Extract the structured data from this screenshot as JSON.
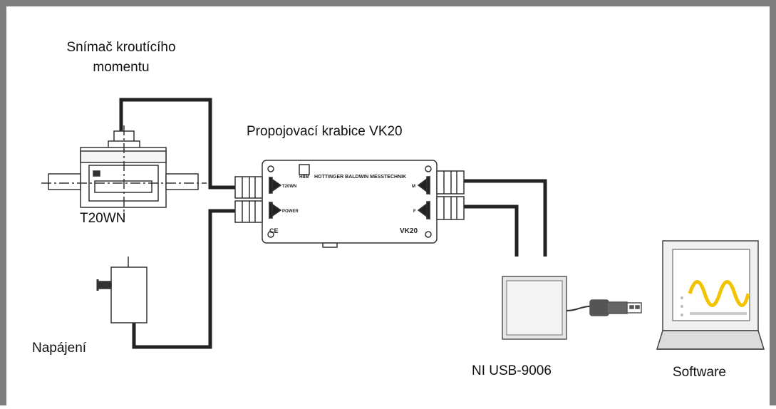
{
  "labels": {
    "sensor_line1": "Snímač kroutícího",
    "sensor_line2": "momentu",
    "sensor_model": "T20WN",
    "box_title": "Propojovací krabice VK20",
    "power": "Napájení",
    "daq": "NI USB-9006",
    "software": "Software"
  },
  "box_print": {
    "brand_short": "HBM",
    "brand_long": "HOTTINGER BALDWIN MESSTECHNIK",
    "port_t20": "T20WN",
    "port_power": "POWER",
    "port_m": "M",
    "port_f": "F",
    "ce_mark": "CE",
    "model": "VK20"
  },
  "colors": {
    "frame": "#7f7f7f",
    "cable": "#222222",
    "device_outline": "#555555",
    "screen_wave": "#f2c400"
  }
}
